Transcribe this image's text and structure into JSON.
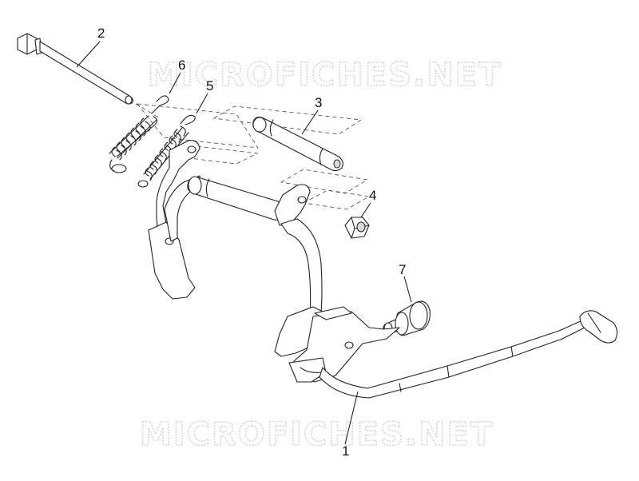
{
  "watermark_text": "MICROFICHES.NET",
  "callouts": {
    "c1": "1",
    "c2": "2",
    "c3": "3",
    "c4": "4",
    "c5": "5",
    "c6": "6",
    "c7": "7"
  },
  "colors": {
    "line": "#222222",
    "watermark": "#d6d6d6",
    "background": "#ffffff"
  }
}
